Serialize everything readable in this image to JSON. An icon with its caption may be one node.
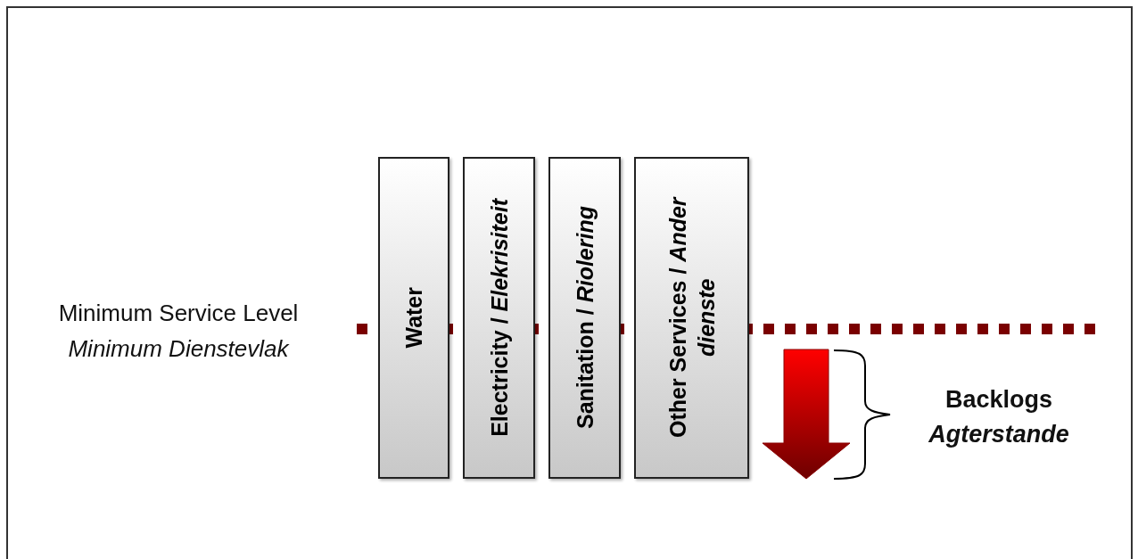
{
  "diagram": {
    "nodes": [
      {
        "text": [
          "Minimum Service Level",
          "Minimum Dienstevlak"
        ]
      },
      {
        "text": [
          "Water"
        ]
      },
      {
        "text": [
          "Electricity / *Elekrisiteit*"
        ]
      },
      {
        "text": [
          "Sanitation / *Riolering*"
        ]
      },
      {
        "text": [
          "Other Services / *Ander dienste*"
        ]
      },
      {
        "text": [
          "Backlogs",
          "Agterstande"
        ]
      }
    ]
  }
}
